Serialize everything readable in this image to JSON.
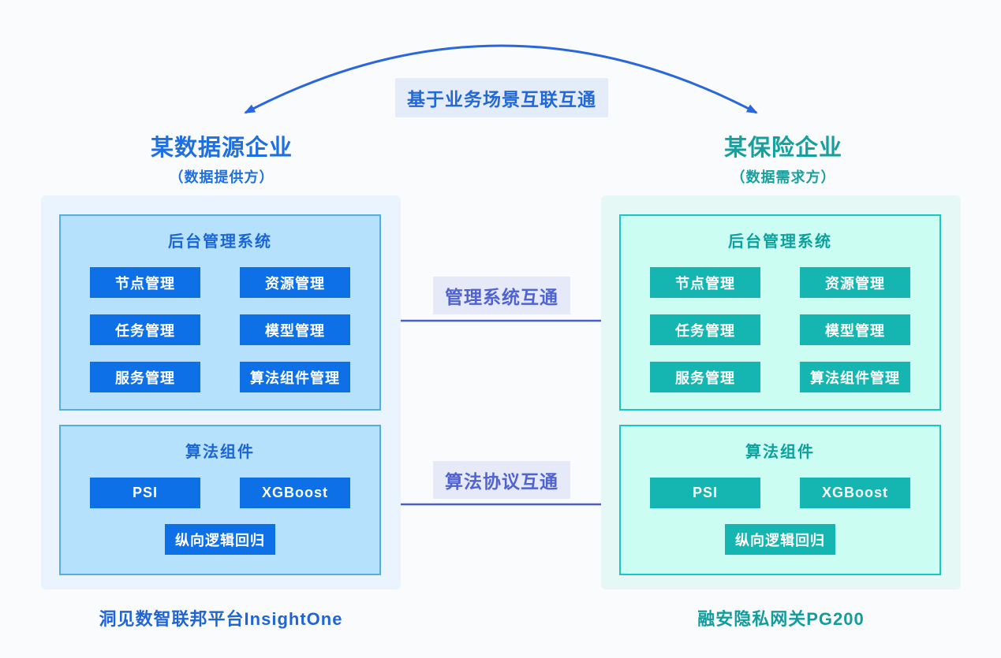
{
  "arc": {
    "label": "基于业务场景互联互通"
  },
  "connectors": [
    {
      "label": "管理系统互通"
    },
    {
      "label": "算法协议互通"
    }
  ],
  "left_org": {
    "title": "某数据源企业",
    "subtitle": "（数据提供方）",
    "caption": "洞见数智联邦平台InsightOne",
    "management_box": {
      "title": "后台管理系统",
      "buttons": [
        "节点管理",
        "资源管理",
        "任务管理",
        "模型管理",
        "服务管理",
        "算法组件管理"
      ]
    },
    "algorithm_box": {
      "title": "算法组件",
      "buttons": [
        "PSI",
        "XGBoost",
        "纵向逻辑回归"
      ]
    }
  },
  "right_org": {
    "title": "某保险企业",
    "subtitle": "（数据需求方）",
    "caption": "融安隐私网关PG200",
    "management_box": {
      "title": "后台管理系统",
      "buttons": [
        "节点管理",
        "资源管理",
        "任务管理",
        "模型管理",
        "服务管理",
        "算法组件管理"
      ]
    },
    "algorithm_box": {
      "title": "算法组件",
      "buttons": [
        "PSI",
        "XGBoost",
        "纵向逻辑回归"
      ]
    }
  },
  "colors": {
    "page_bg": "#fafbfd",
    "arc_line": "#2a67dd",
    "arc_label_bg": "#e3ecf8",
    "arc_label_text": "#2268d6",
    "connector_line": "#4a5ecc",
    "connector_label_bg": "#e6e9f7",
    "connector_label_text": "#4f63d2",
    "left_accent": "#1e6fe0",
    "left_panel_bg": "#e9f4fe",
    "left_box_bg": "#b5e1fc",
    "left_box_border": "#57ade1",
    "left_box_title": "#1b66d4",
    "left_button_bg": "#0e70e6",
    "left_caption": "#2065d1",
    "right_accent": "#16a09d",
    "right_panel_bg": "#e5f8f5",
    "right_box_bg": "#cbfdf3",
    "right_box_border": "#15c8c4",
    "right_box_title": "#0da09c",
    "right_button_bg": "#15b5b1",
    "right_caption": "#149c9c",
    "button_text": "#ffffff"
  }
}
